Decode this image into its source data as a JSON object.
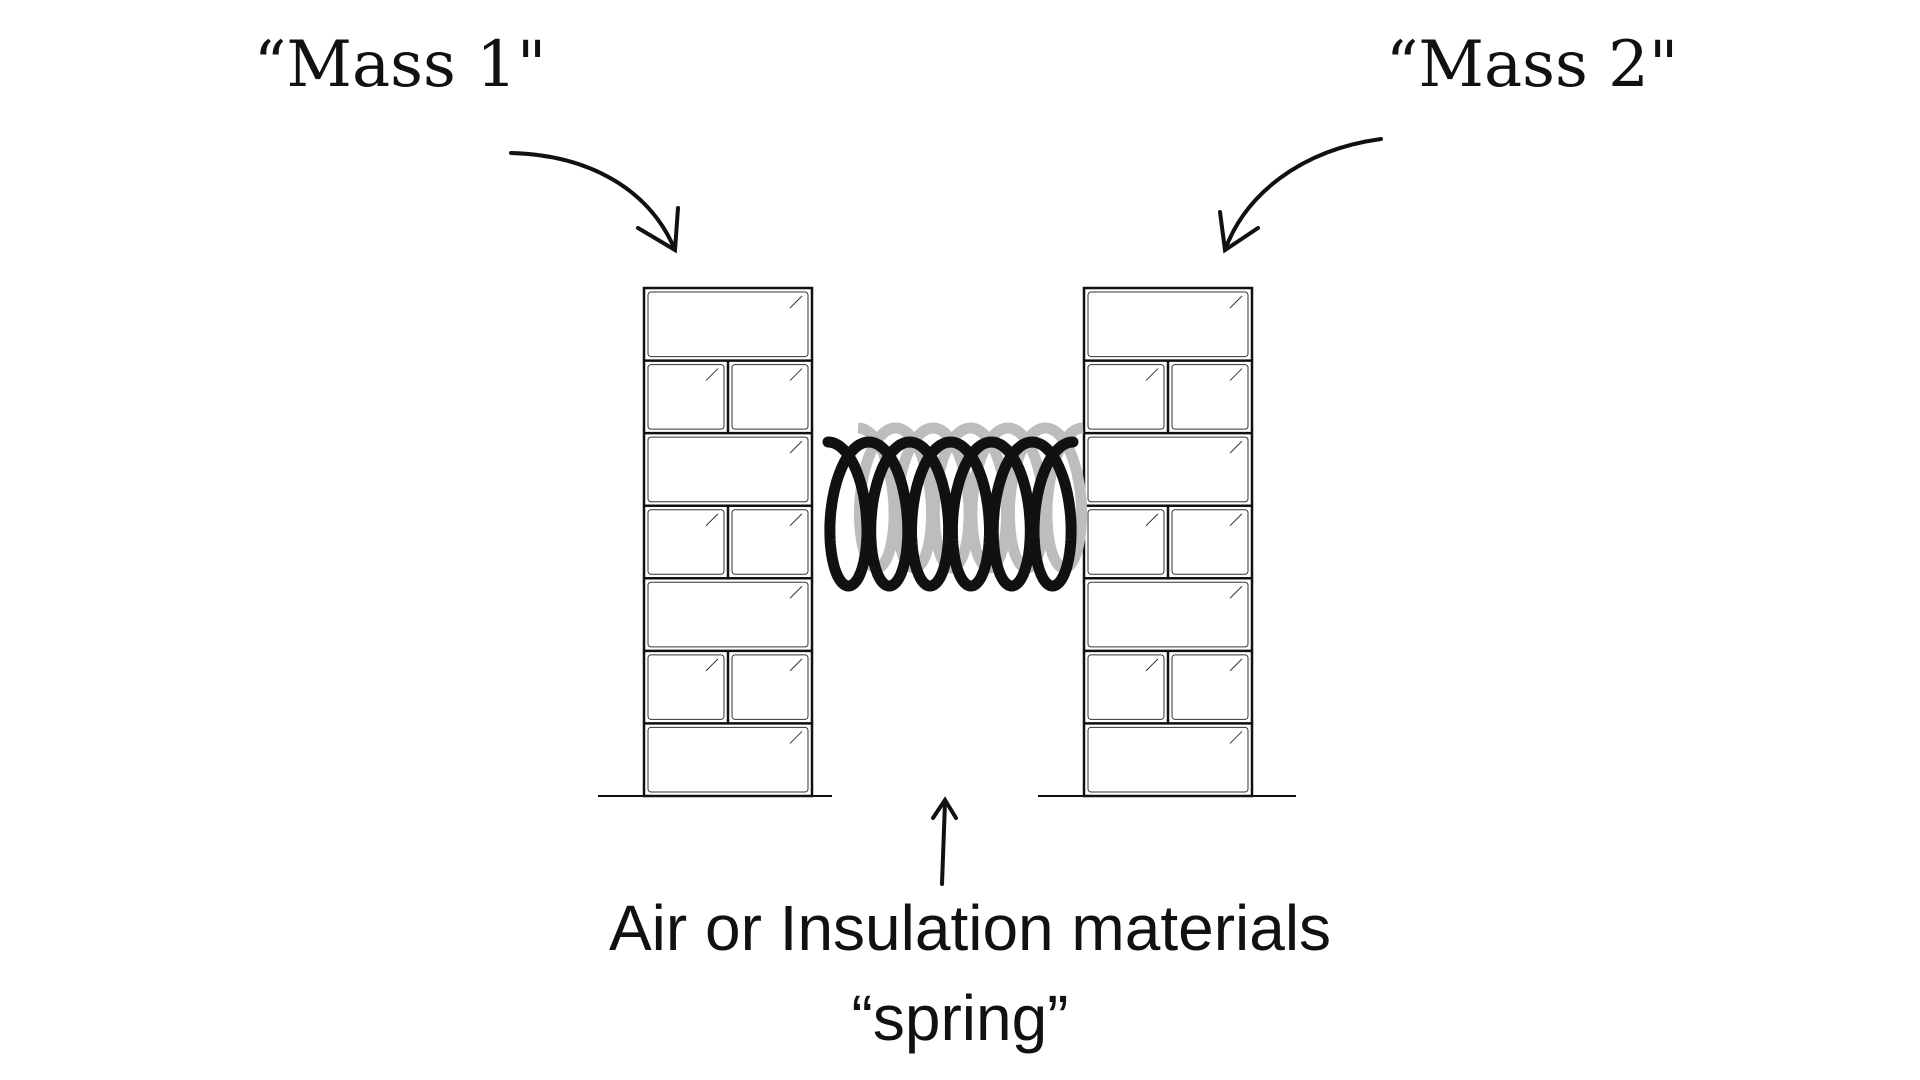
{
  "labels": {
    "mass1": "“Mass 1\"",
    "mass2": "“Mass 2\"",
    "caption_line1": "Air or Insulation materials",
    "caption_line2": "“spring”"
  },
  "colors": {
    "ink": "#111111",
    "spring_shadow": "#bdbdbd",
    "background": "#ffffff"
  },
  "walls": {
    "rows": [
      "full",
      "split",
      "full",
      "split",
      "full",
      "split",
      "full"
    ]
  },
  "spring": {
    "coils": 6
  }
}
